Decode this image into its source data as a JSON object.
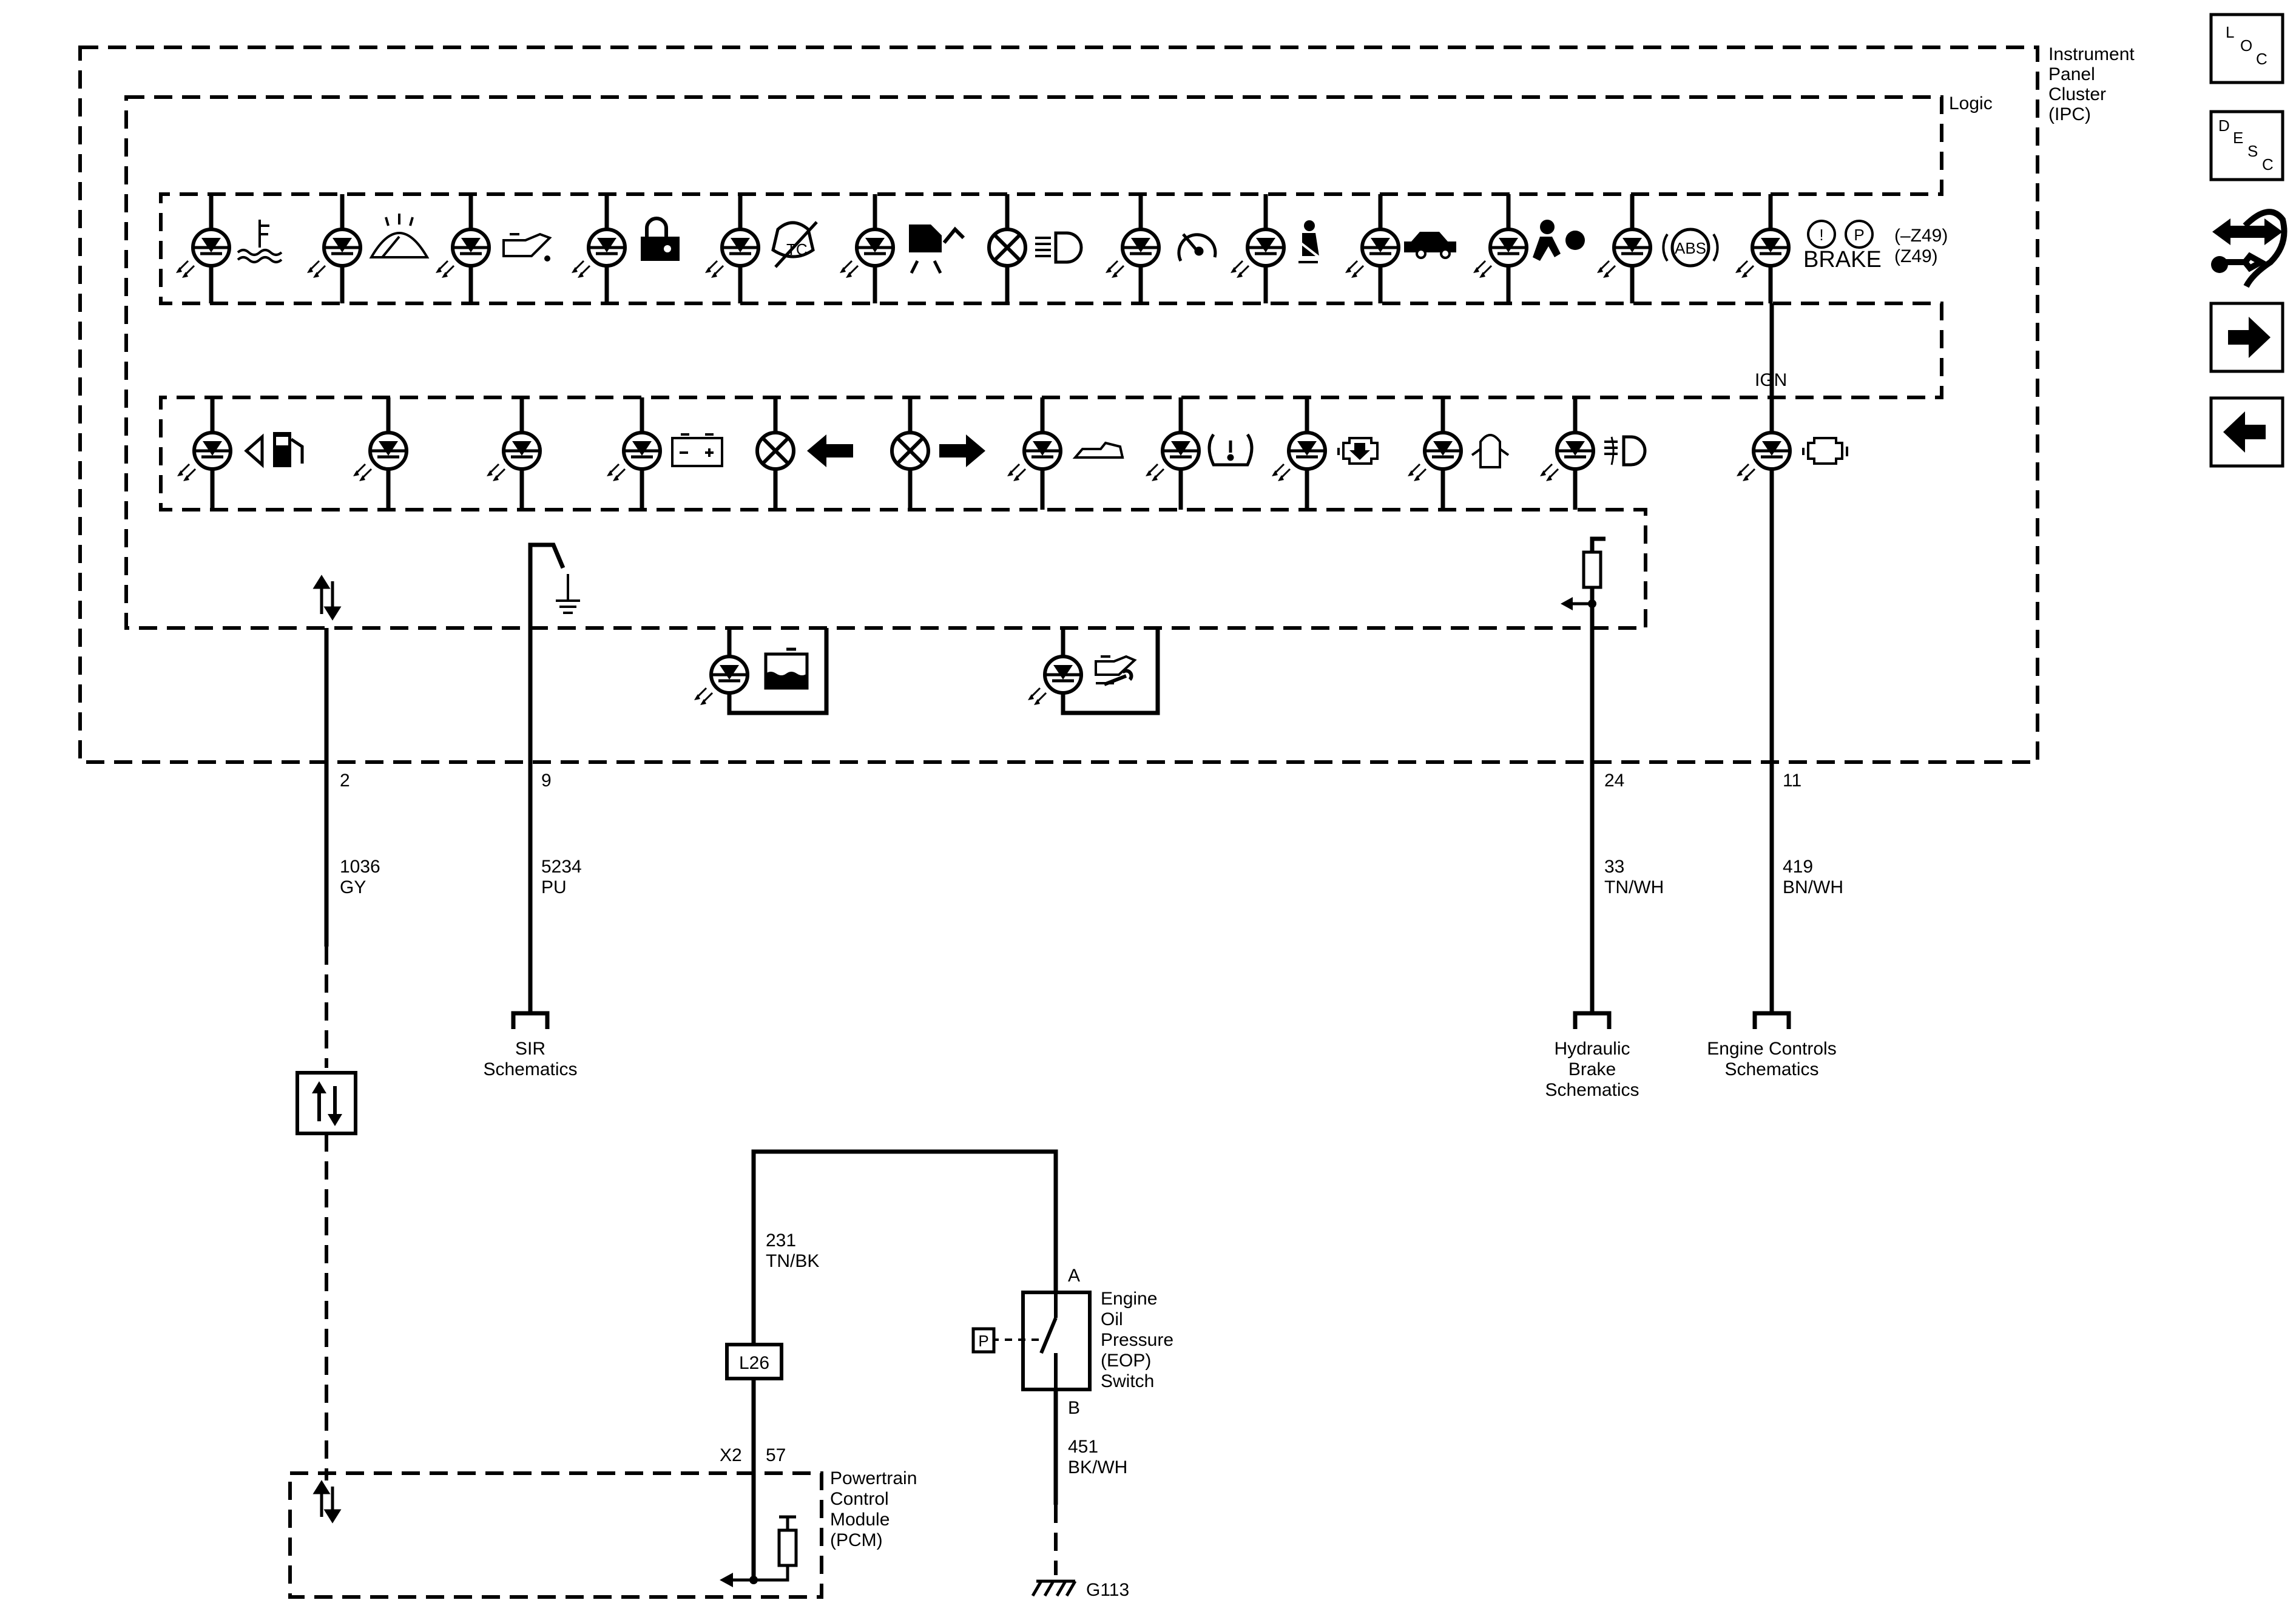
{
  "ipc": {
    "title_lines": [
      "Instrument",
      "Panel",
      "Cluster",
      "(IPC)"
    ],
    "logic_label": "Logic",
    "ign_label": "IGN",
    "brake_label": "BRAKE",
    "brake_option_lines": [
      "(–Z49)",
      "(Z49)"
    ],
    "abs_label": "ABS",
    "pins": {
      "serial_data": "2",
      "sir": "9",
      "hydraulic_brake": "24",
      "engine_controls": "11"
    }
  },
  "circuits": {
    "serial": {
      "number": "1036",
      "color": "GY"
    },
    "sir": {
      "number": "5234",
      "color": "PU"
    },
    "brake": {
      "number": "33",
      "color": "TN/WH"
    },
    "ign": {
      "number": "419",
      "color": "BN/WH"
    },
    "eop_signal": {
      "number": "231",
      "color": "TN/BK"
    },
    "eop_ground": {
      "number": "451",
      "color": "BK/WH"
    }
  },
  "references": {
    "sir": [
      "SIR",
      "Schematics"
    ],
    "hydraulic_brake": [
      "Hydraulic",
      "Brake",
      "Schematics"
    ],
    "engine_controls": [
      "Engine Controls",
      "Schematics"
    ]
  },
  "eop_switch": {
    "name_lines": [
      "Engine",
      "Oil",
      "Pressure",
      "(EOP)",
      "Switch"
    ],
    "terminal_a": "A",
    "terminal_b": "B",
    "pressure_symbol": "P"
  },
  "option_box": "L26",
  "pcm": {
    "name_lines": [
      "Powertrain",
      "Control",
      "Module",
      "(PCM)"
    ],
    "connector": "X2",
    "pin": "57"
  },
  "ground": "G113",
  "nav": {
    "loc": [
      "L",
      "O",
      "C"
    ],
    "desc": [
      "D",
      "E",
      "S",
      "C"
    ]
  },
  "colors": {
    "line": "#000000",
    "background": "#ffffff"
  }
}
